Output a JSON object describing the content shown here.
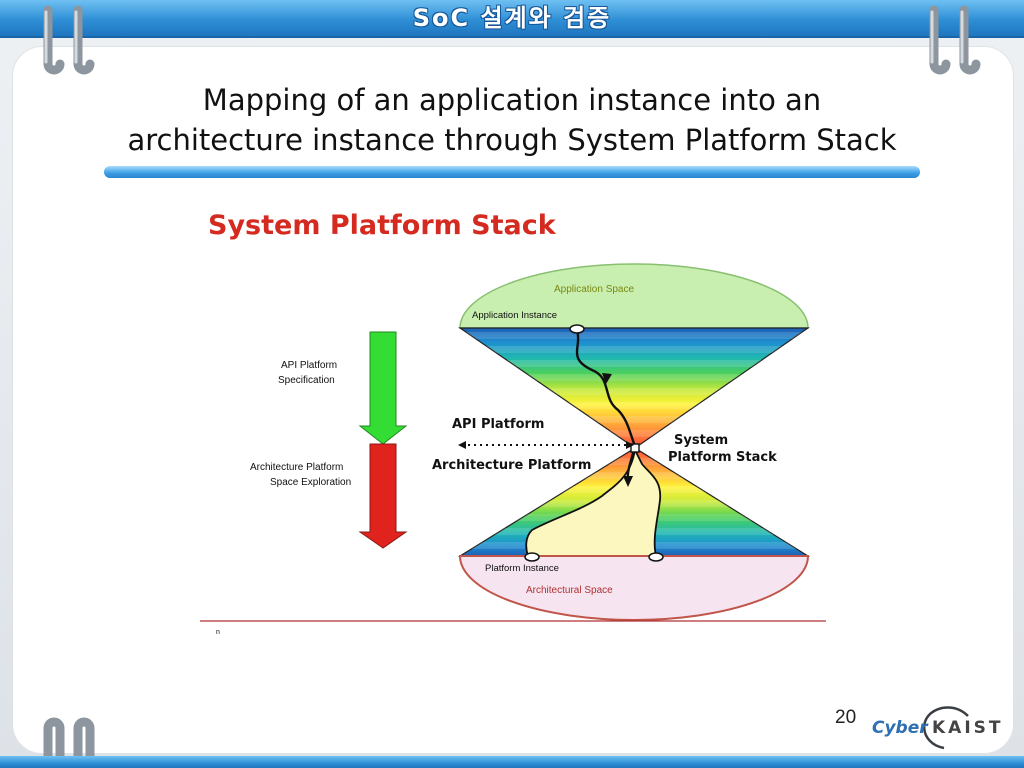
{
  "header": {
    "text": "SoC 설계와 검증"
  },
  "title": {
    "line1": "Mapping of an application instance into an",
    "line2": "architecture instance through System Platform Stack"
  },
  "diagram": {
    "heading": "System Platform Stack",
    "application_space": "Application Space",
    "application_instance": "Application Instance",
    "api_platform_specification": [
      "API Platform",
      "Specification"
    ],
    "architecture_platform_exploration": [
      "Architecture Platform",
      "Space Exploration"
    ],
    "api_platform": "API Platform",
    "architecture_platform": "Architecture Platform",
    "system_platform_stack": [
      "System",
      "Platform Stack"
    ],
    "platform_instance": "Platform Instance",
    "architectural_space": "Architectural Space",
    "footnote": "n"
  },
  "page_number": "20",
  "logo": {
    "cyber": "Cyber",
    "kaist": "KAIST"
  },
  "colors": {
    "header_blue": "#2f8fd6",
    "heading_red": "#d42a20",
    "arrow_green": "#33dd33",
    "arrow_red": "#e0231c",
    "app_space_fill": "#c8efb0",
    "arch_space_fill": "#f6e4f0",
    "arch_space_stroke": "#c0554a",
    "path_fill": "#fbf7bf"
  }
}
